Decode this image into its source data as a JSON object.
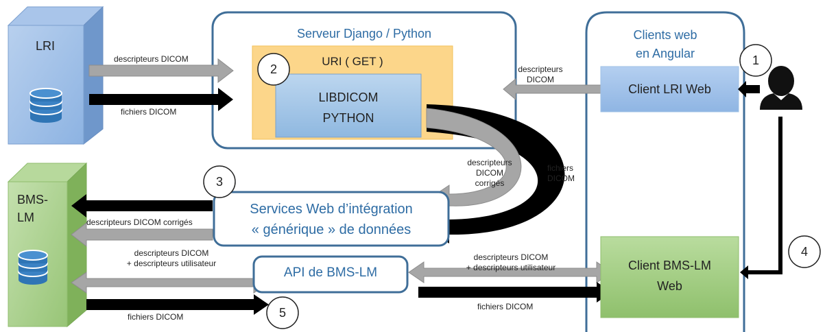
{
  "colors": {
    "frame_blue": "#3f6e98",
    "lri_blue": "#8db3e2",
    "bms_green": "#9bc87a",
    "uri_orange": "#fcd68a",
    "lib_blue": "#9dc3e6",
    "arrow_gray": "#a6a6a6",
    "arrow_black": "#000000",
    "title_blue": "#2e6ca4"
  },
  "nodes": {
    "lri": "LRI",
    "bms_lm": "BMS-\nLM",
    "server_title": "Serveur Django / Python",
    "uri": "URI ( GET )",
    "libdicom": "LIBDICOM\nPYTHON",
    "clients_title": "Clients web\nen Angular",
    "client_lri": "Client LRI Web",
    "client_bms": "Client BMS-LM\nWeb",
    "services": "Services Web d’intégration\n« générique » de données",
    "api": "API de BMS-LM"
  },
  "step_numbers": [
    "1",
    "2",
    "3",
    "4",
    "5"
  ],
  "edge_labels": {
    "lri_descripteurs": "descripteurs DICOM",
    "lri_fichiers": "fichiers DICOM",
    "server_client_descripteurs": "descripteurs\nDICOM",
    "curve_descripteurs_corriges": "descripteurs\nDICOM\ncorrigés",
    "curve_fichiers": "fichiers\nDICOM",
    "services_bms_descripteurs_corriges": "descripteurs DICOM corrigés",
    "bms_api_descripteurs": "descripteurs DICOM\n+ descripteurs utilisateur",
    "bms_api_fichiers": "fichiers DICOM",
    "api_client_descripteurs": "descripteurs DICOM\n+ descripteurs utilisateur",
    "api_client_fichiers": "fichiers DICOM"
  },
  "icons": [
    "database-icon",
    "user-icon"
  ]
}
